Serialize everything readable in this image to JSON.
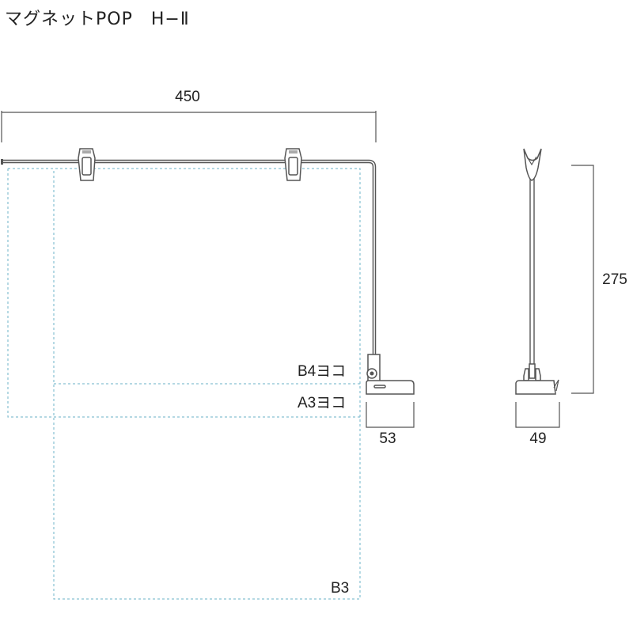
{
  "title": "マグネットPOP　H−Ⅱ",
  "dimensions": {
    "width": "450",
    "height": "275",
    "front_base_width": "53",
    "side_base_width": "49"
  },
  "paper_sizes": {
    "b4": "B4ヨコ",
    "a3": "A3ヨコ",
    "b3": "B3"
  },
  "colors": {
    "paper_outline": "#86c0d2",
    "line": "#555555"
  }
}
